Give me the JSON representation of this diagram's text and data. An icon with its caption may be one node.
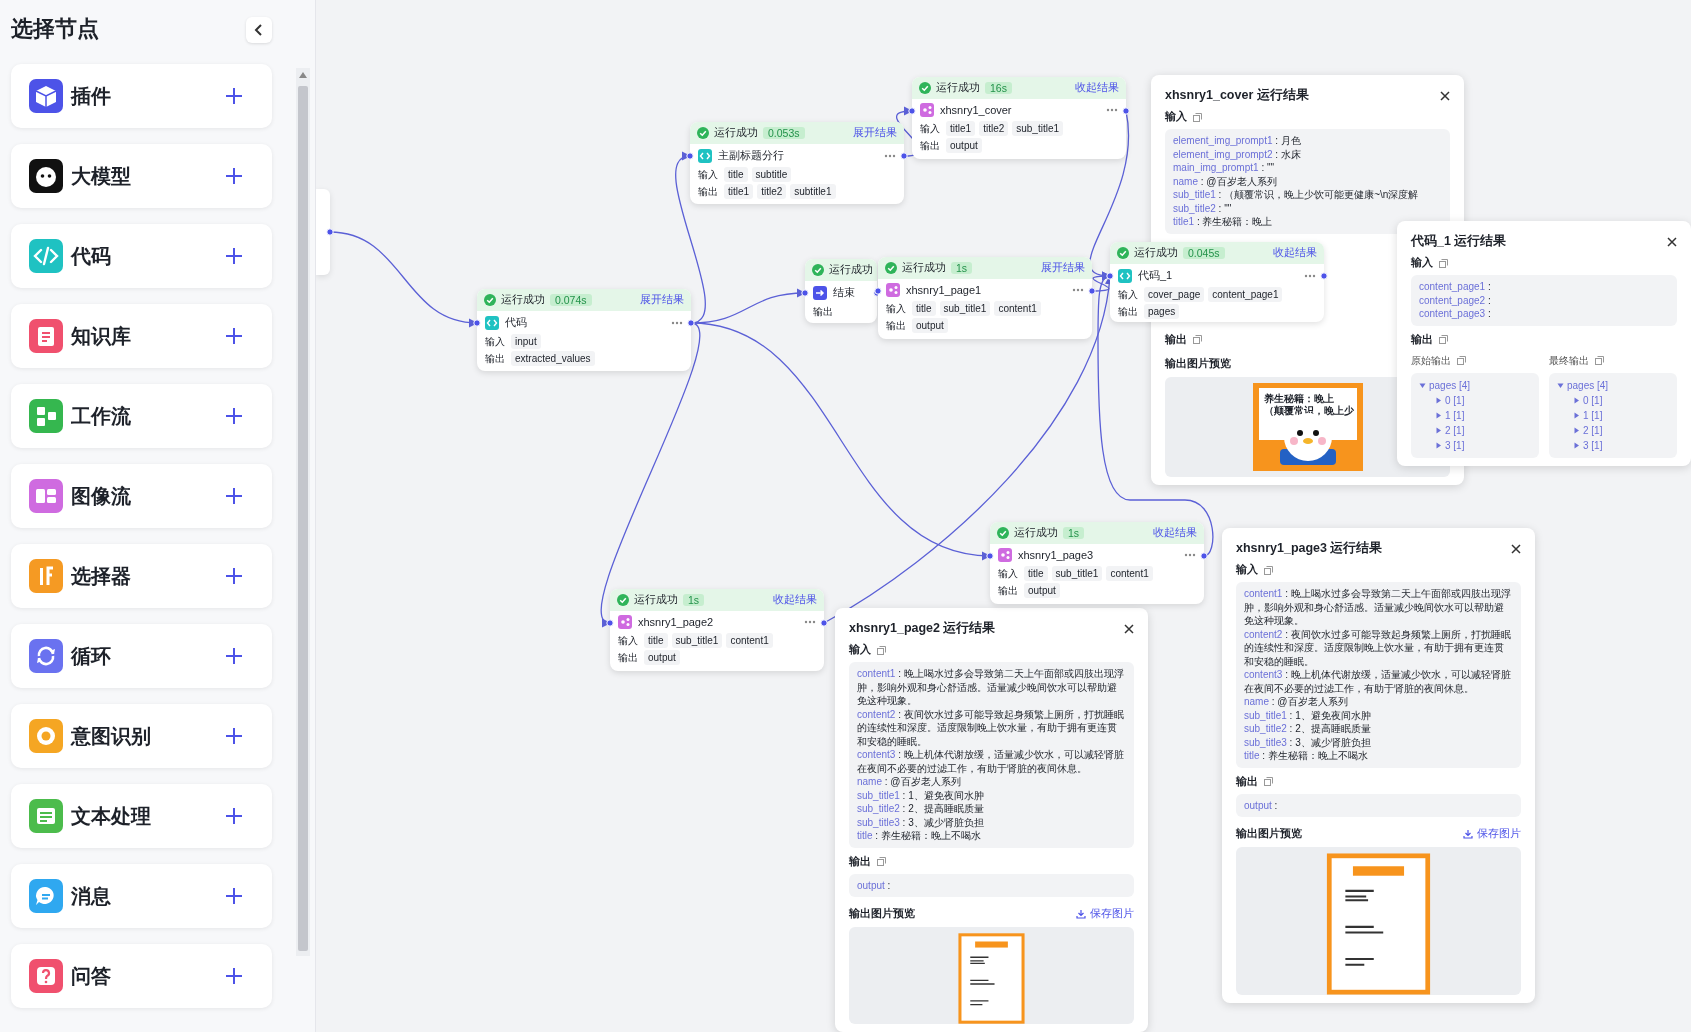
{
  "diagram": {
    "nodes": [
      {
        "text": [],
        "shape": "box"
      },
      {
        "text": [
          "运行成功",
          "0.074s",
          "展开结果",
          "代码",
          "输入",
          "input",
          "输出",
          "extracted_values"
        ]
      },
      {
        "text": [
          "运行成功",
          "0.053s",
          "展开结果",
          "主副标题分行",
          "输入",
          "title",
          "subtitle",
          "输出",
          "title1",
          "title2",
          "subtitle1"
        ]
      },
      {
        "text": [
          "运行成功",
          "16s",
          "收起结果",
          "xhsnry1_cover",
          "输入",
          "title1",
          "title2",
          "sub_title1",
          "输出",
          "output"
        ]
      },
      {
        "text": [
          "运行成功",
          "结束",
          "输出"
        ]
      },
      {
        "text": [
          "运行成功",
          "1s",
          "展开结果",
          "xhsnry1_page1",
          "输入",
          "title",
          "sub_title1",
          "content1",
          "输出",
          "output"
        ]
      },
      {
        "text": [
          "运行成功",
          "1s",
          "收起结果",
          "xhsnry1_page2",
          "输入",
          "title",
          "sub_title1",
          "content1",
          "输出",
          "output"
        ]
      },
      {
        "text": [
          "运行成功",
          "1s",
          "收起结果",
          "xhsnry1_page3",
          "输入",
          "title",
          "sub_title1",
          "content1",
          "输出",
          "output"
        ]
      },
      {
        "text": [
          "运行成功",
          "0.045s",
          "收起结果",
          "代码_1",
          "输入",
          "cover_page",
          "content_page1",
          "输出",
          "pages"
        ]
      },
      {
        "text": [
          "xhsnry1_cover 运行结果",
          "输入",
          "element_img_prompt1 : 月色",
          "element_img_prompt2 : 水床",
          "main_img_prompt1 : \"\"",
          "name : @百岁老人系列",
          "sub_title1 : （颠覆常识，晚上少饮可能更健康~\\n深度解",
          "sub_title2 : \"\"",
          "title1 : 养生秘籍：晚上",
          "输出",
          "输出图片预览",
          "养生秘籍：晚上",
          "（颠覆常识，晚上少"
        ]
      },
      {
        "text": [
          "代码_1 运行结果",
          "输入",
          "content_page1 :",
          "content_page2 :",
          "content_page3 :",
          "输出",
          "原始输出",
          "pages [4]",
          "0 [1]",
          "1 [1]",
          "2 [1]",
          "3 [1]",
          "最终输出",
          "pages [4]",
          "0 [1]",
          "1 [1]",
          "2 [1]",
          "3 [1]"
        ]
      },
      {
        "text": [
          "xhsnry1_page2 运行结果",
          "输入",
          "content1 : 晚上喝水过多会导致第二天上午面部或四肢出现浮肿，影响外观和身心舒适感。适量减少晚间饮水可以帮助避免这种现象。",
          "content2 : 夜间饮水过多可能导致起身频繁上厕所，打扰睡眠的连续性和深度。适度限制晚上饮水量，有助于拥有更连贯和安稳的睡眠。",
          "content3 : 晚上机体代谢放缓，适量减少饮水，可以减轻肾脏在夜间不必要的过滤工作，有助于肾脏的夜间休息。",
          "name : @百岁老人系列",
          "sub_title1 : 1、避免夜间水肿",
          "sub_title2 : 2、提高睡眠质量",
          "sub_title3 : 3、减少肾脏负担",
          "title : 养生秘籍：晚上不喝水",
          "输出",
          "output :",
          "输出图片预览",
          "保存图片"
        ]
      },
      {
        "text": [
          "xhsnry1_page3 运行结果",
          "输入",
          "content1 : 晚上喝水过多会导致第二天上午面部或四肢出现浮肿，影响外观和身心舒适感。适量减少晚间饮水可以帮助避免这种现象。",
          "content2 : 夜间饮水过多可能导致起身频繁上厕所，打扰睡眠的连续性和深度。适度限制晚上饮水量，有助于拥有更连贯和安稳的睡眠。",
          "content3 : 晚上机体代谢放缓，适量减少饮水，可以减轻肾脏在夜间不必要的过滤工作，有助于肾脏的夜间休息。",
          "name : @百岁老人系列",
          "sub_title1 : 1、避免夜间水肿",
          "sub_title2 : 2、提高睡眠质量",
          "sub_title3 : 3、减少肾脏负担",
          "title : 养生秘籍：晚上不喝水",
          "输出",
          "output :",
          "输出图片预览",
          "保存图片"
        ]
      }
    ],
    "edges": [
      {
        "from": 0,
        "to": 1,
        "arrow": "to"
      },
      {
        "from": 1,
        "to": 2,
        "arrow": "to"
      },
      {
        "from": 1,
        "to": 4,
        "arrow": "to"
      },
      {
        "from": 1,
        "to": 6,
        "arrow": "to"
      },
      {
        "from": 1,
        "to": 7,
        "arrow": "to"
      },
      {
        "from": 2,
        "to": 3,
        "arrow": "to"
      },
      {
        "from": 3,
        "to": 8,
        "arrow": "to"
      },
      {
        "from": 5,
        "to": 8,
        "arrow": "to"
      },
      {
        "from": 6,
        "to": 8,
        "arrow": "to"
      },
      {
        "from": 7,
        "to": 8,
        "arrow": "to"
      }
    ],
    "labels": [
      "选择节点",
      "插件",
      "大模型",
      "代码",
      "知识库",
      "工作流",
      "图像流",
      "选择器",
      "循环",
      "意图识别",
      "文本处理",
      "消息",
      "问答"
    ]
  }
}
